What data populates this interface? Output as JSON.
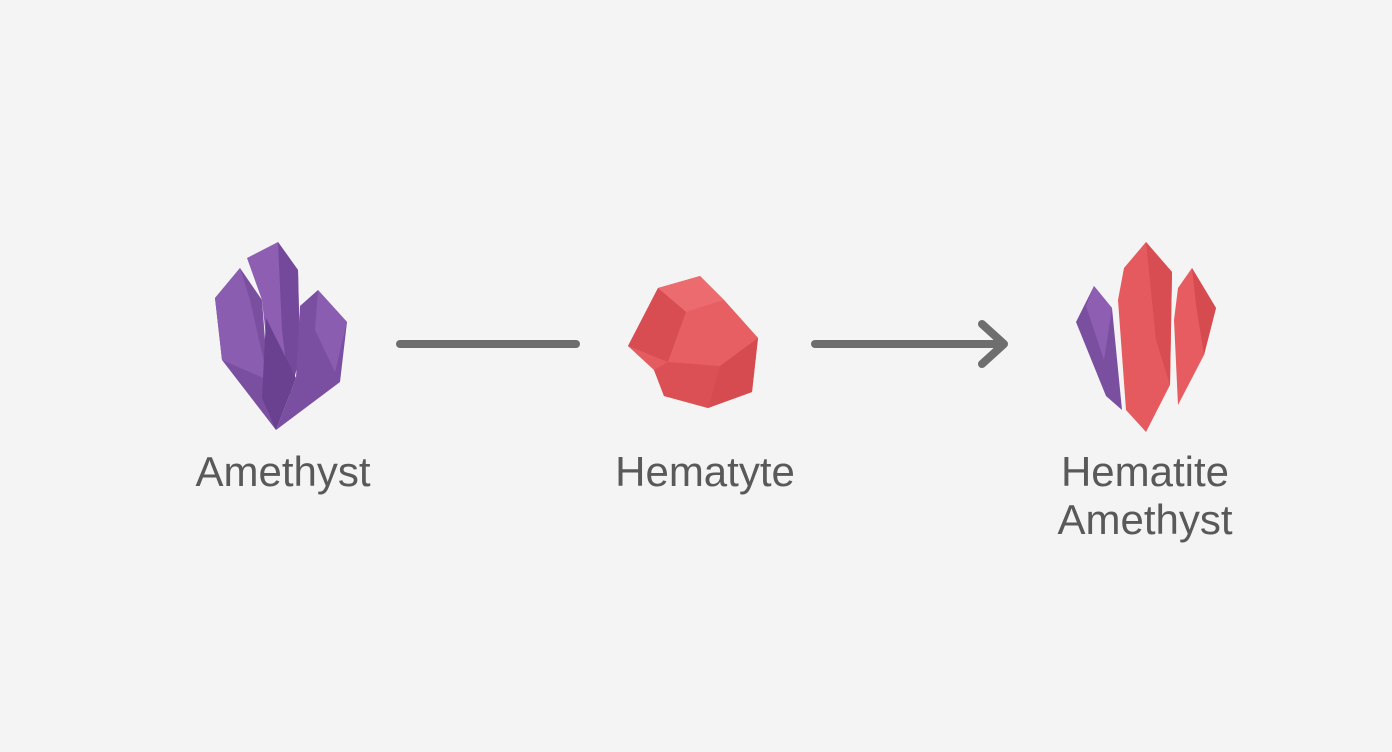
{
  "nodes": [
    {
      "label": "Amethyst",
      "icon": "amethyst-crystal-icon"
    },
    {
      "label": "Hematyte",
      "icon": "hematite-stone-icon"
    },
    {
      "label_lines": [
        "Hematite",
        "Amethyst"
      ],
      "icon": "hematite-amethyst-crystal-icon"
    }
  ],
  "colors": {
    "background": "#f4f4f4",
    "purple": "#7b4fa0",
    "red": "#e0555a",
    "connector": "#6e6e6e",
    "text": "#595959"
  }
}
